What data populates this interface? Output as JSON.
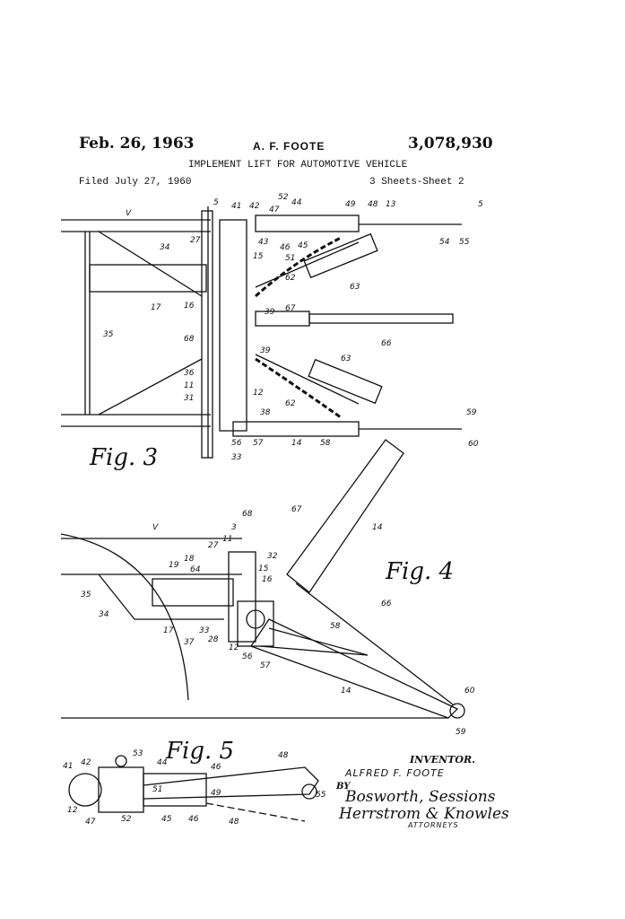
{
  "header": {
    "date": "Feb. 26, 1963",
    "inventor": "A. F. FOOTE",
    "patent_number": "3,078,930",
    "title": "IMPLEMENT LIFT FOR AUTOMOTIVE VEHICLE",
    "filed": "Filed July 27, 1960",
    "sheets": "3 Sheets-Sheet 2"
  },
  "figures": {
    "fig3": "Fig. 3",
    "fig4": "Fig. 4",
    "fig5": "Fig. 5"
  },
  "fig3_refs": [
    "5",
    "41",
    "42",
    "52",
    "44",
    "47",
    "49",
    "48",
    "13",
    "54",
    "55",
    "5",
    "V",
    "34",
    "27",
    "43",
    "46",
    "45",
    "51",
    "15",
    "62",
    "63",
    "17",
    "16",
    "35",
    "39",
    "67",
    "68",
    "66",
    "39",
    "63",
    "36",
    "11",
    "31",
    "12",
    "62",
    "38",
    "59",
    "56",
    "57",
    "14",
    "58",
    "60",
    "33"
  ],
  "fig4_refs": [
    "V",
    "68",
    "67",
    "14",
    "3",
    "11",
    "27",
    "32",
    "19",
    "18",
    "64",
    "15",
    "16",
    "35",
    "34",
    "17",
    "33",
    "37",
    "28",
    "12",
    "56",
    "57",
    "58",
    "66",
    "60",
    "59",
    "14"
  ],
  "fig5_refs": [
    "53",
    "44",
    "46",
    "48",
    "41",
    "42",
    "51",
    "49",
    "12",
    "47",
    "52",
    "45",
    "46",
    "48",
    "55"
  ],
  "signature": {
    "inventor_label": "INVENTOR.",
    "inventor_name": "ALFRED F. FOOTE",
    "by": "BY",
    "attorneys_line1": "Bosworth, Sessions",
    "attorneys_line2": "Herrstrom & Knowles",
    "attorneys_label": "ATTORNEYS"
  }
}
